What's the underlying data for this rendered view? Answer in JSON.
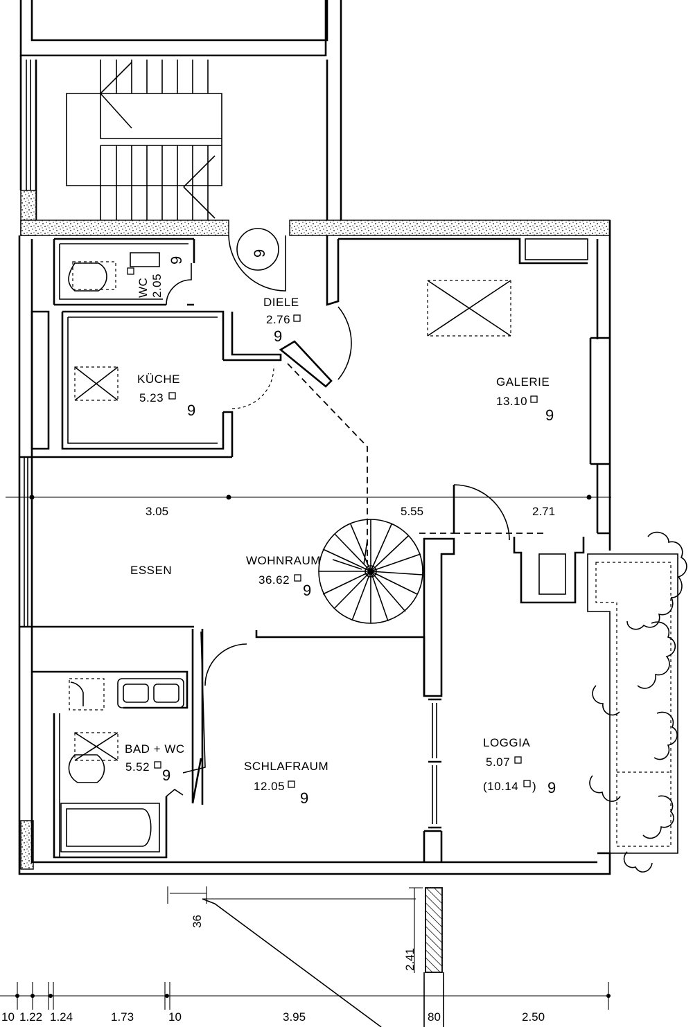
{
  "rooms": {
    "wc": {
      "name": "WC",
      "area": "2.05",
      "ceiling": "9"
    },
    "diele": {
      "name": "DIELE",
      "area": "2.76",
      "ceiling": "9"
    },
    "kueche": {
      "name": "KÜCHE",
      "area": "5.23",
      "ceiling": "9"
    },
    "galerie": {
      "name": "GALERIE",
      "area": "13.10",
      "ceiling": "9"
    },
    "essen": {
      "name": "ESSEN"
    },
    "wohnraum": {
      "name": "WOHNRAUM",
      "area": "36.62",
      "ceiling": "9"
    },
    "bad": {
      "name": "BAD + WC",
      "area": "5.52",
      "ceiling": "9"
    },
    "schlafraum": {
      "name": "SCHLAFRAUM",
      "area": "12.05",
      "ceiling": "9"
    },
    "loggia": {
      "name": "LOGGIA",
      "area": "5.07",
      "area_alt": "(10.14",
      "area_alt_close": ")",
      "ceiling": "9"
    }
  },
  "marker": {
    "label": "9"
  },
  "dimensions": {
    "middle": [
      "3.05",
      "5.55",
      "2.71"
    ],
    "bottom": [
      "10",
      "1.22",
      "1.24",
      "1.73",
      "10",
      "3.95",
      "80",
      "2.50"
    ]
  },
  "section": {
    "offset": "36",
    "height": "2.41"
  }
}
